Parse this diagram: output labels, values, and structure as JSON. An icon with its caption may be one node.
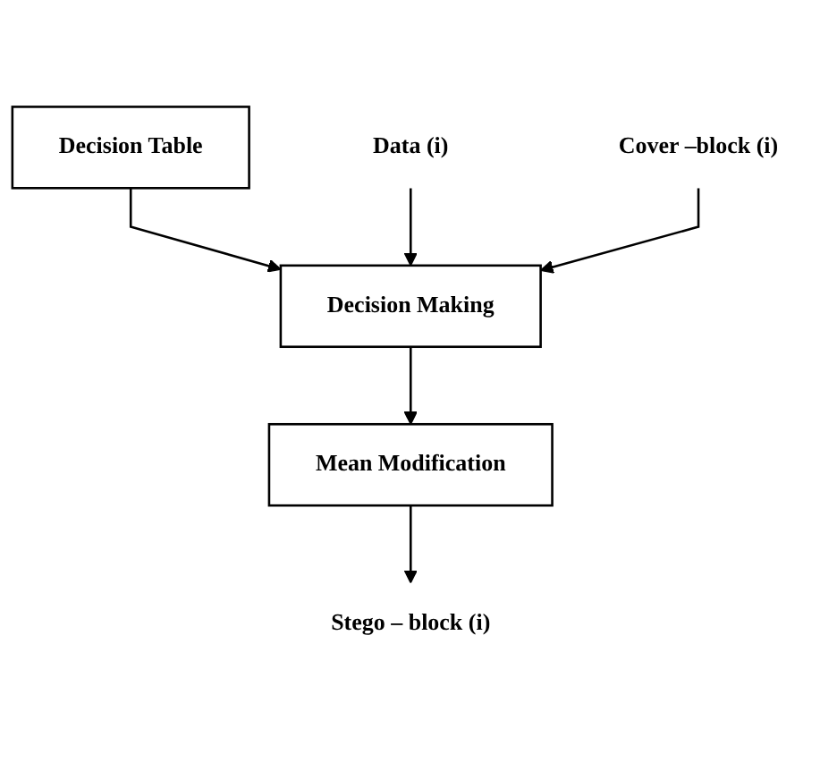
{
  "diagram": {
    "nodes": [
      {
        "text": [
          "Decision Table"
        ]
      },
      {
        "text": [
          "Decision Making"
        ]
      },
      {
        "text": [
          "Mean Modification"
        ]
      },
      {
        "text": [
          "Data (i)"
        ]
      },
      {
        "text": [
          "Cover –block (i)"
        ]
      },
      {
        "text": [
          "Stego – block (i)"
        ]
      }
    ],
    "edges": [
      {
        "from": 0,
        "to": 1,
        "arrow": "to"
      },
      {
        "from": 3,
        "to": 1,
        "arrow": "to"
      },
      {
        "from": 4,
        "to": 1,
        "arrow": "to"
      },
      {
        "from": 1,
        "to": 2,
        "arrow": "to"
      },
      {
        "from": 2,
        "to": 5,
        "arrow": "to"
      }
    ]
  }
}
